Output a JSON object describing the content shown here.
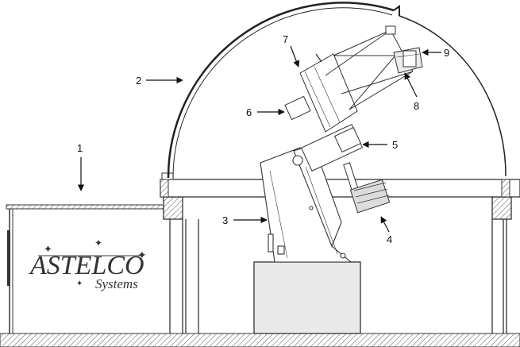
{
  "callouts": [
    {
      "id": "1",
      "label": "1"
    },
    {
      "id": "2",
      "label": "2"
    },
    {
      "id": "3",
      "label": "3"
    },
    {
      "id": "4",
      "label": "4"
    },
    {
      "id": "5",
      "label": "5"
    },
    {
      "id": "6",
      "label": "6"
    },
    {
      "id": "7",
      "label": "7"
    },
    {
      "id": "8",
      "label": "8"
    },
    {
      "id": "9",
      "label": "9"
    }
  ],
  "logo": {
    "brand": "ASTELCO",
    "sub": "Systems"
  }
}
